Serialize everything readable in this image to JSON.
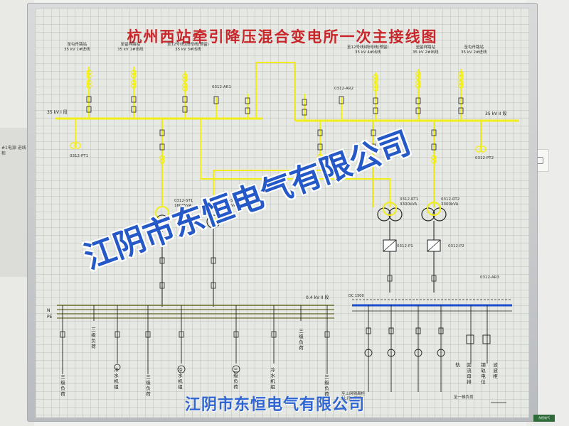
{
  "title": "杭州西站牵引降压混合变电所一次主接线图",
  "feeders_top_left": [
    {
      "label": "至屯舟路站\n35 kV 1#进线"
    },
    {
      "label": "至留祥路站\n35 kV 1#出线"
    },
    {
      "label": "至12号线1段母线(预留)\n35 kV 3#出线"
    }
  ],
  "feeders_top_right": [
    {
      "label": "至12号线II段母线(预留)\n35 kV 4#出线"
    },
    {
      "label": "至留祥路站\n35 kV 2#出线"
    },
    {
      "label": "至屯舟路站\n35 kV 2#进线"
    }
  ],
  "bus_labels": {
    "bus_35kv_1": "35 kV I 段",
    "bus_35kv_2": "35 kV II 段",
    "bus_04kv_2": "0.4 kV II 段",
    "bus_dc": "DC 1500",
    "n_label": "N",
    "pe_label": "PE"
  },
  "device_labels": {
    "ptl": "0312-PT1",
    "ptr": "0312-PT2",
    "ar1": "0312-AR1",
    "ar2": "0312-AR2",
    "t1": "0312-ST1\n1600kVA",
    "t2": "0312-ST2\n1600kVA",
    "t3": "0312-RT1\n3300kVA",
    "t4": "0312-RT2\n3300kVA",
    "r1": "0312-P1",
    "r2": "0312-P2",
    "ar3": "0312-AR3"
  },
  "lv_feeders": [
    "三级负荷",
    "三级负荷",
    "冷水机组",
    "三级负荷",
    "冷水机组",
    "三级负荷",
    "冷水机组",
    "三级负荷",
    "三级负荷"
  ],
  "dc_feeders": [
    "轨",
    "回流母排",
    "钢轨电位",
    "滤波柜"
  ],
  "dc_note": "至上网隔离柜\n(上行)(下行)",
  "dc_note2": "至一梯负荷",
  "watermark_main": "江阴市东恒电气有限公司",
  "watermark_bottom": "江阴市东恒电气有限公司",
  "left_strip": "#1电源\n进线柜",
  "tag": "东恒电气",
  "colors": {
    "energized": "#f2ee1a",
    "outline": "#222222",
    "lv_bus": "#6b6b2a",
    "dc_bus": "#1d4fd0",
    "title": "#c8262a"
  }
}
